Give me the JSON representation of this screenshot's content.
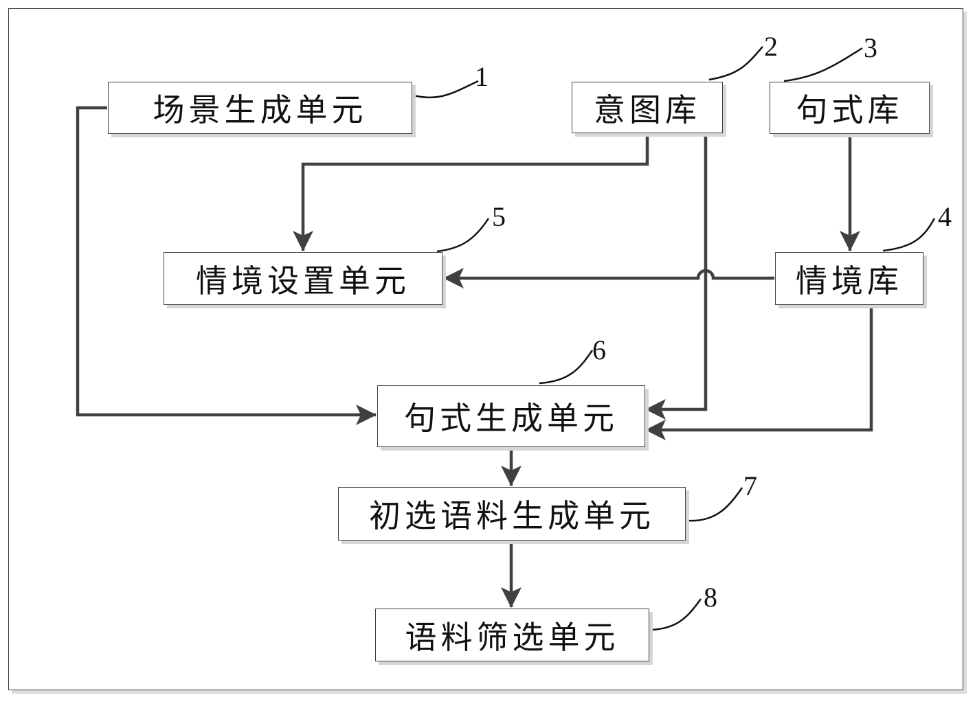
{
  "diagram": {
    "type": "block-diagram",
    "nodes": [
      {
        "id": "scene_unit",
        "ref": "1",
        "label": "场景生成单元"
      },
      {
        "id": "intent_lib",
        "ref": "2",
        "label": "意图库"
      },
      {
        "id": "pattern_lib",
        "ref": "3",
        "label": "句式库"
      },
      {
        "id": "context_lib",
        "ref": "4",
        "label": "情境库"
      },
      {
        "id": "context_setting_unit",
        "ref": "5",
        "label": "情境设置单元"
      },
      {
        "id": "pattern_gen_unit",
        "ref": "6",
        "label": "句式生成单元"
      },
      {
        "id": "prelim_corpus_unit",
        "ref": "7",
        "label": "初选语料生成单元"
      },
      {
        "id": "corpus_filter_unit",
        "ref": "8",
        "label": "语料筛选单元"
      }
    ],
    "edges": [
      {
        "from": "intent_lib",
        "to": "context_setting_unit"
      },
      {
        "from": "pattern_lib",
        "to": "context_lib"
      },
      {
        "from": "context_lib",
        "to": "context_setting_unit"
      },
      {
        "from": "scene_unit",
        "to": "pattern_gen_unit"
      },
      {
        "from": "intent_lib",
        "to": "pattern_gen_unit"
      },
      {
        "from": "context_lib",
        "to": "pattern_gen_unit"
      },
      {
        "from": "pattern_gen_unit",
        "to": "prelim_corpus_unit"
      },
      {
        "from": "prelim_corpus_unit",
        "to": "corpus_filter_unit"
      }
    ],
    "colors": {
      "line": "#404040",
      "text": "#111111",
      "shadow": "#d6d6d6"
    }
  }
}
